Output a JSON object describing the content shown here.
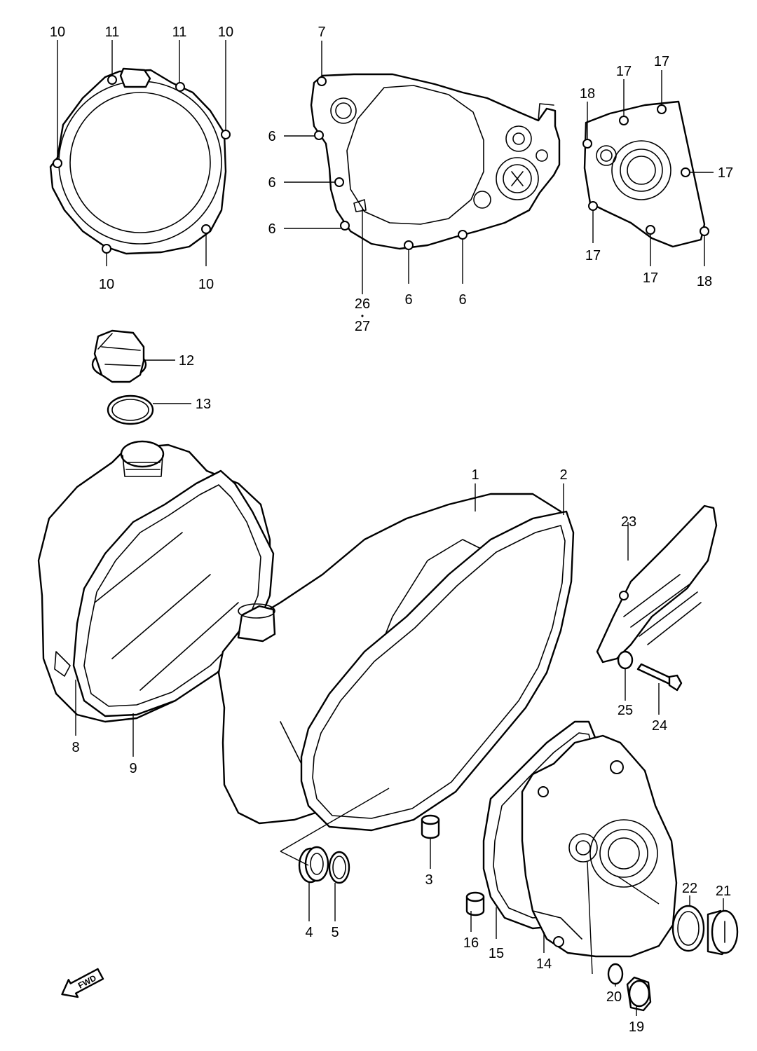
{
  "diagram": {
    "callouts": {
      "c1": "1",
      "c2": "2",
      "c3": "3",
      "c4": "4",
      "c5": "5",
      "c6a": "6",
      "c6b": "6",
      "c6c": "6",
      "c6d": "6",
      "c6e": "6",
      "c7": "7",
      "c8": "8",
      "c9": "9",
      "c10a": "10",
      "c10b": "10",
      "c10c": "10",
      "c10d": "10",
      "c11a": "11",
      "c11b": "11",
      "c12": "12",
      "c13": "13",
      "c14": "14",
      "c15": "15",
      "c16": "16",
      "c17a": "17",
      "c17b": "17",
      "c17c": "17",
      "c17d": "17",
      "c17e": "17",
      "c18a": "18",
      "c18b": "18",
      "c19": "19",
      "c20": "20",
      "c21": "21",
      "c22": "22",
      "c23": "23",
      "c24": "24",
      "c25": "25",
      "c26": "26",
      "c26sep": "•",
      "c27": "27"
    },
    "fwd_label": "FWD"
  }
}
